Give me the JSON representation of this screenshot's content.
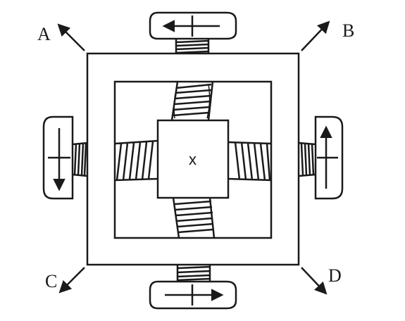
{
  "diagram": {
    "corner_labels": {
      "a": "A",
      "b": "B",
      "c": "C",
      "d": "D"
    },
    "center_mark": "x",
    "stroke_color": "#1a1a1a",
    "background_color": "#ffffff",
    "knob_arrows": {
      "top": "left",
      "bottom": "right",
      "left": "down",
      "right": "up"
    }
  }
}
